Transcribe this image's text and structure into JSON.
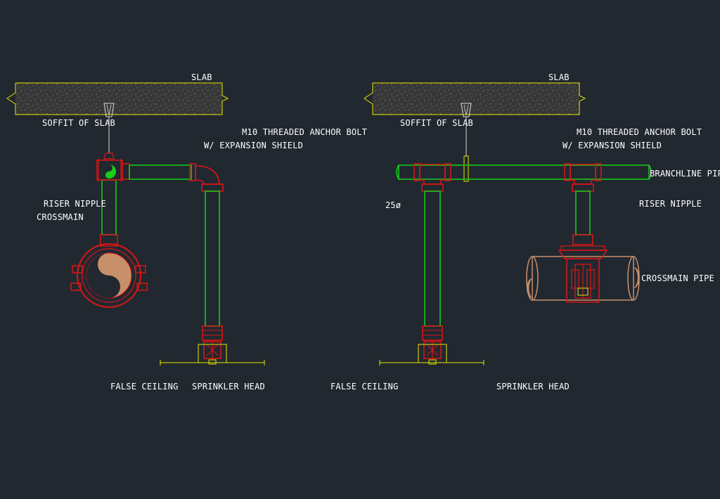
{
  "colors": {
    "background": "#212830",
    "pipe": "#19d019",
    "fitting": "#e01414",
    "slab_outline": "#e6e600",
    "slab_fill": "#373737",
    "crossmain_fill": "#c8906a",
    "bolt": "#d9d9d9",
    "text": "#ffffff"
  },
  "left_detail": {
    "slab": "SLAB",
    "soffit": "SOFFIT OF SLAB",
    "anchor_line1": "M10 THREADED ANCHOR BOLT",
    "anchor_line2": "W/ EXPANSION SHIELD",
    "riser_nipple": "RISER NIPPLE",
    "crossmain": "CROSSMAIN",
    "false_ceiling": "FALSE CEILING",
    "sprinkler_head": "SPRINKLER HEAD"
  },
  "right_detail": {
    "slab": "SLAB",
    "soffit": "SOFFIT OF SLAB",
    "anchor_line1": "M10 THREADED ANCHOR BOLT",
    "anchor_line2": "W/ EXPANSION SHIELD",
    "branchline_pipe": "BRANCHLINE PIPE",
    "pipe_size": "25ø",
    "riser_nipple": "RISER NIPPLE",
    "crossmain_pipe": "CROSSMAIN PIPE",
    "false_ceiling": "FALSE CEILING",
    "sprinkler_head": "SPRINKLER HEAD"
  },
  "icons": {
    "expansion_anchor": "expansion-anchor-icon",
    "sprinkler": "sprinkler-head-icon",
    "grooved_coupling": "grooved-coupling-icon"
  }
}
